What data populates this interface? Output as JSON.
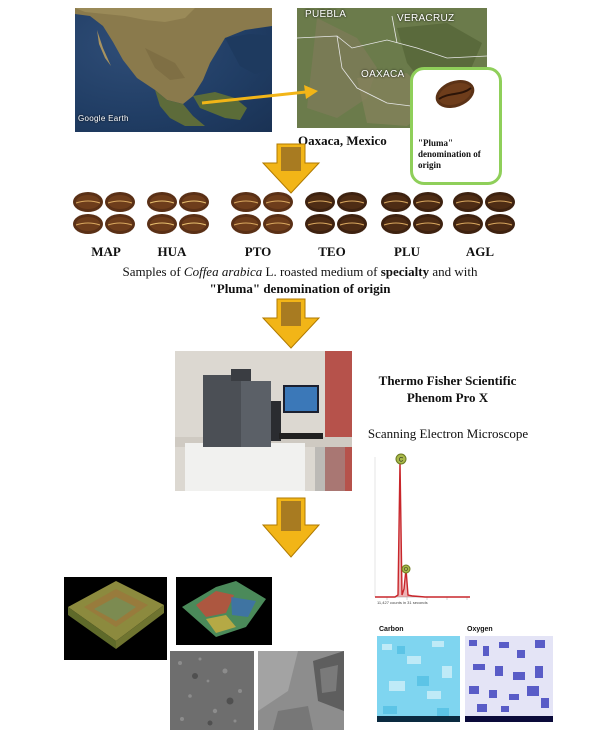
{
  "map_left": {
    "watermark": "Google Earth"
  },
  "map_right": {
    "labels": [
      "PUEBLA",
      "VERACRUZ",
      "OAXACA"
    ]
  },
  "location": "Oaxaca, Mexico",
  "pluma_caption": "\"Pluma\" denomination of origin",
  "samples": [
    "MAP",
    "HUA",
    "PTO",
    "TEO",
    "PLU",
    "AGL"
  ],
  "samples_caption": {
    "line1_pre": "Samples of ",
    "line1_species": "Coffea arabica",
    "line1_mid": " L. roasted medium of ",
    "line1_bold": "specialty",
    "line1_post": " and with",
    "line2_bold": "\"Pluma\" denomination of origin"
  },
  "instrument": {
    "name_line1": "Thermo Fisher Scientific",
    "name_line2": "Phenom Pro X",
    "type": "Scanning Electron Microscope"
  },
  "eds_spectrum": {
    "peak_markers": [
      "C",
      "O"
    ],
    "caption": "11,427 counts in 31 seconds"
  },
  "element_maps": [
    "Carbon",
    "Oxygen"
  ],
  "colors": {
    "arrow_fill": "#f2b517",
    "arrow_stroke": "#b07a00",
    "pluma_border": "#8fcf5a",
    "spectrum": "#c8262b",
    "carbon_map": "#5ec9ea",
    "oxygen_map": "#2b2fb8"
  }
}
